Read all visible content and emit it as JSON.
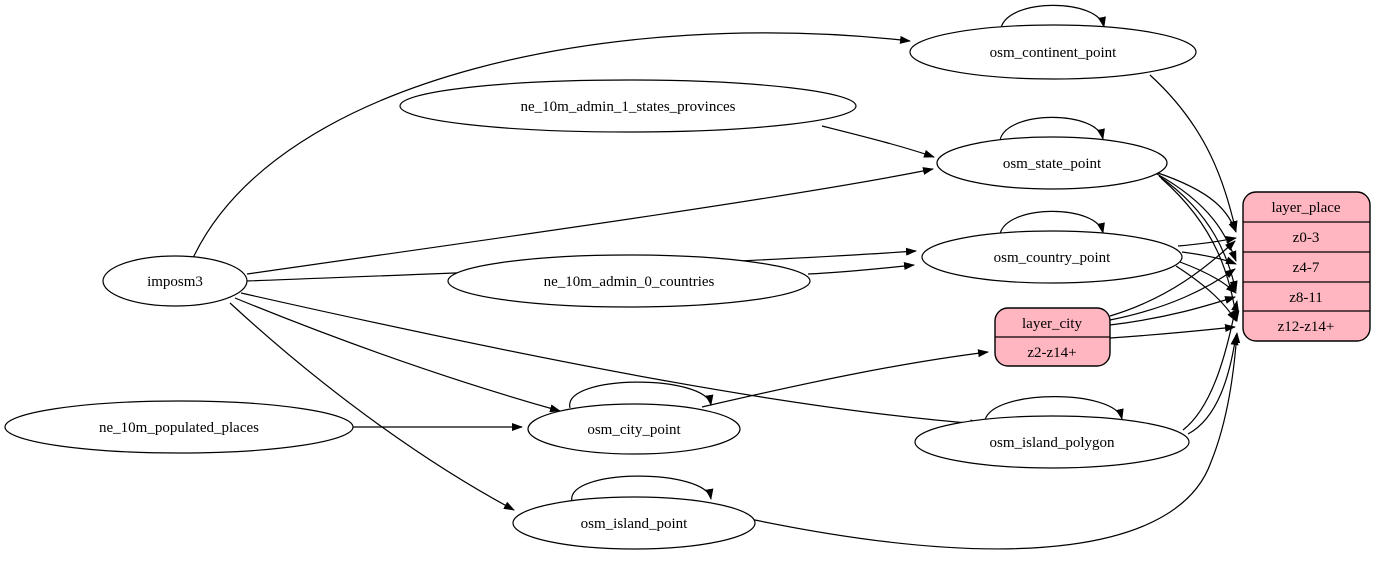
{
  "diagram": {
    "type": "etl-graph",
    "background_color": "#ffffff",
    "edge_color": "#000000",
    "ellipse_fill": "#ffffff",
    "record_fill": "#ffb6c1",
    "nodes": {
      "imposm3": "imposm3",
      "ne_10m_admin_1_states_provinces": "ne_10m_admin_1_states_provinces",
      "ne_10m_admin_0_countries": "ne_10m_admin_0_countries",
      "ne_10m_populated_places": "ne_10m_populated_places",
      "osm_continent_point": "osm_continent_point",
      "osm_state_point": "osm_state_point",
      "osm_country_point": "osm_country_point",
      "osm_city_point": "osm_city_point",
      "osm_island_polygon": "osm_island_polygon",
      "osm_island_point": "osm_island_point"
    },
    "records": {
      "layer_place": {
        "title": "layer_place",
        "rows": [
          "z0-3",
          "z4-7",
          "z8-11",
          "z12-z14+"
        ]
      },
      "layer_city": {
        "title": "layer_city",
        "rows": [
          "z2-z14+"
        ]
      }
    },
    "edges": [
      {
        "from": "imposm3",
        "to": "osm_continent_point"
      },
      {
        "from": "imposm3",
        "to": "osm_state_point"
      },
      {
        "from": "imposm3",
        "to": "osm_country_point"
      },
      {
        "from": "imposm3",
        "to": "osm_city_point"
      },
      {
        "from": "imposm3",
        "to": "osm_island_polygon"
      },
      {
        "from": "imposm3",
        "to": "osm_island_point"
      },
      {
        "from": "ne_10m_admin_1_states_provinces",
        "to": "osm_state_point"
      },
      {
        "from": "ne_10m_admin_0_countries",
        "to": "osm_country_point"
      },
      {
        "from": "ne_10m_populated_places",
        "to": "osm_city_point"
      },
      {
        "from": "osm_continent_point",
        "to": "osm_continent_point"
      },
      {
        "from": "osm_state_point",
        "to": "osm_state_point"
      },
      {
        "from": "osm_country_point",
        "to": "osm_country_point"
      },
      {
        "from": "osm_city_point",
        "to": "osm_city_point"
      },
      {
        "from": "osm_island_polygon",
        "to": "osm_island_polygon"
      },
      {
        "from": "osm_island_point",
        "to": "osm_island_point"
      },
      {
        "from": "osm_continent_point",
        "to": "layer_place:z0-3"
      },
      {
        "from": "osm_state_point",
        "to": "layer_place:z0-3"
      },
      {
        "from": "osm_state_point",
        "to": "layer_place:z4-7"
      },
      {
        "from": "osm_state_point",
        "to": "layer_place:z8-11"
      },
      {
        "from": "osm_state_point",
        "to": "layer_place:z12-z14+"
      },
      {
        "from": "osm_country_point",
        "to": "layer_place:z0-3"
      },
      {
        "from": "osm_country_point",
        "to": "layer_place:z4-7"
      },
      {
        "from": "osm_country_point",
        "to": "layer_place:z8-11"
      },
      {
        "from": "osm_country_point",
        "to": "layer_place:z12-z14+"
      },
      {
        "from": "osm_island_polygon",
        "to": "layer_place:z8-11"
      },
      {
        "from": "osm_island_polygon",
        "to": "layer_place:z12-z14+"
      },
      {
        "from": "osm_island_point",
        "to": "layer_place:z12-z14+"
      },
      {
        "from": "osm_city_point",
        "to": "layer_city:z2-z14+"
      },
      {
        "from": "layer_city",
        "to": "layer_place:z0-3"
      },
      {
        "from": "layer_city",
        "to": "layer_place:z4-7"
      },
      {
        "from": "layer_city",
        "to": "layer_place:z8-11"
      },
      {
        "from": "layer_city",
        "to": "layer_place:z12-z14+"
      }
    ]
  }
}
